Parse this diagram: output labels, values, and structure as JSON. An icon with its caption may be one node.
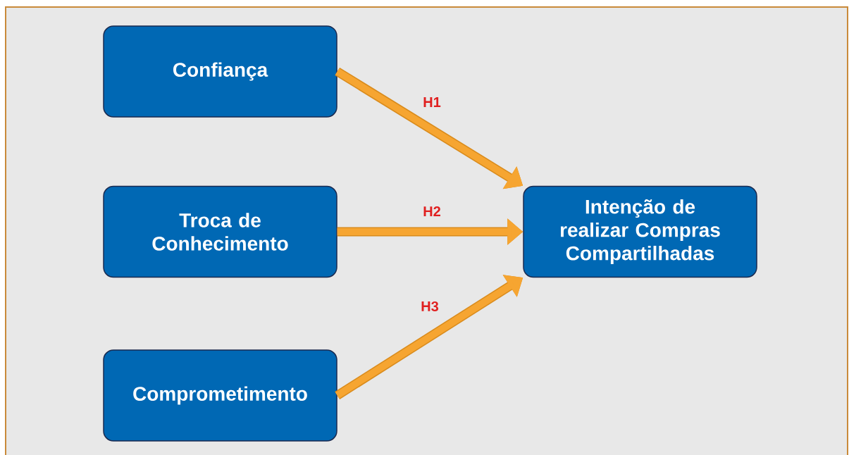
{
  "diagram": {
    "nodes": [
      {
        "text": [
          "Confiança"
        ]
      },
      {
        "text": [
          "Troca de Conhecimento"
        ]
      },
      {
        "text": [
          "Comprometimento"
        ]
      },
      {
        "text": [
          "Intenção de realizar Compras Compartilhadas"
        ]
      }
    ],
    "edges": [
      {
        "from": 0,
        "to": 3,
        "arrow": "to",
        "label": "H1"
      },
      {
        "from": 1,
        "to": 3,
        "arrow": "to",
        "label": "H2"
      },
      {
        "from": 2,
        "to": 3,
        "arrow": "to",
        "label": "H3"
      }
    ]
  }
}
